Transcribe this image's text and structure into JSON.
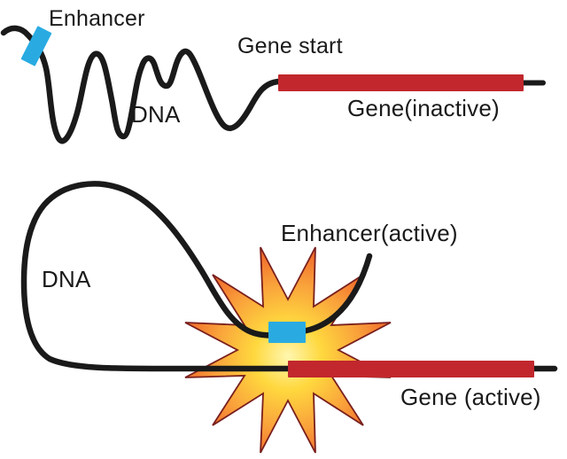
{
  "panels": {
    "inactive": {
      "enhancer_label": "Enhancer",
      "dna_label": "DNA",
      "gene_start_label": "Gene start",
      "gene_label": "Gene(inactive)"
    },
    "active": {
      "enhancer_label": "Enhancer(active)",
      "dna_label": "DNA",
      "gene_label": "Gene (active)"
    }
  },
  "colors": {
    "dna_strand": "#1a1a1a",
    "enhancer_blue": "#29abe2",
    "gene_red": "#c1272d",
    "label_text": "#1a1a1a",
    "burst_outline": "#791f1d",
    "burst_gradient": {
      "center": "#fff7b0",
      "inner": "#ffd83e",
      "mid": "#f9a13b",
      "edge": "#ee5f28"
    }
  }
}
